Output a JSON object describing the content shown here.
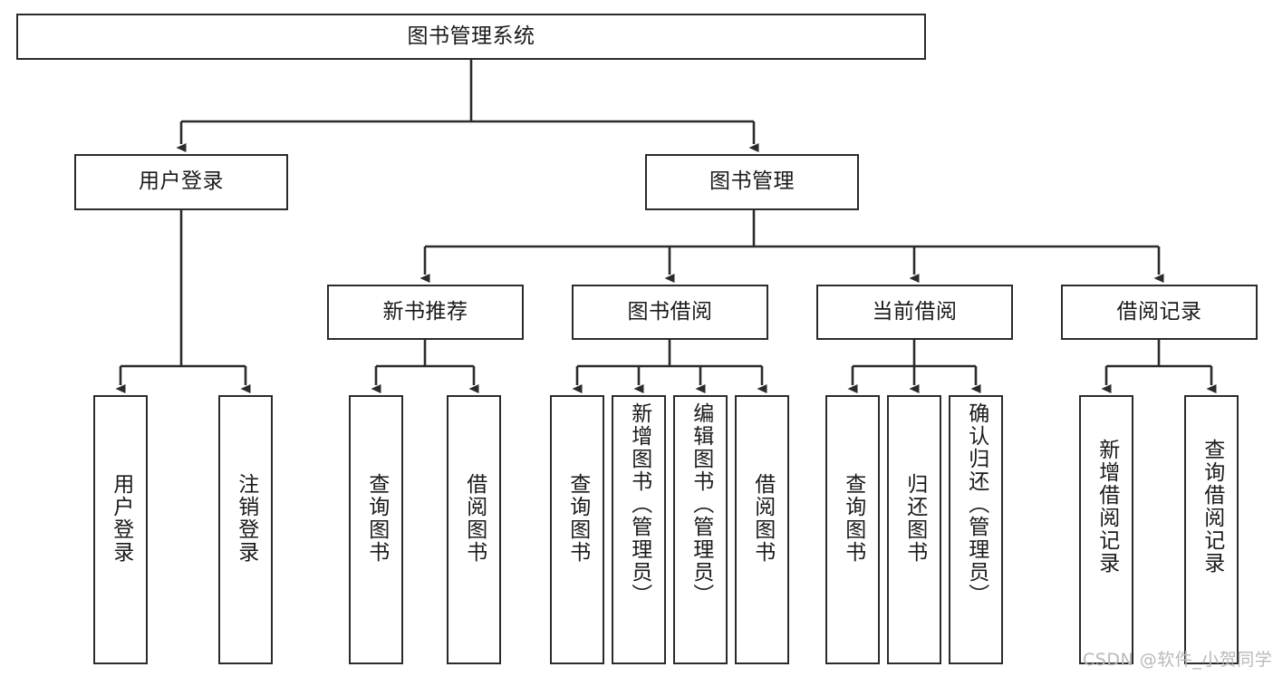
{
  "diagram": {
    "title_node": "图书管理系统",
    "watermark": "CSDN @软件_小贺同学",
    "colors": {
      "box_border": "#2b2b2b",
      "box_fill": "#ffffff",
      "edge": "#2b2b2b",
      "text": "#1a1a1a",
      "watermark": "#b9b9b9"
    },
    "nodes": {
      "root": "图书管理系统",
      "level2": [
        "用户登录",
        "图书管理"
      ],
      "level3": [
        "新书推荐",
        "图书借阅",
        "当前借阅",
        "借阅记录"
      ],
      "leaves_user_login": [
        "用户登录",
        "注销登录"
      ],
      "leaves_new_book": [
        "查询图书",
        "借阅图书"
      ],
      "leaves_borrow": [
        "查询图书",
        "新增图书（管理员）",
        "编辑图书（管理员）",
        "借阅图书"
      ],
      "leaves_current": [
        "查询图书",
        "归还图书",
        "确认归还（管理员）"
      ],
      "leaves_record": [
        "新增借阅记录",
        "查询借阅记录"
      ]
    }
  }
}
